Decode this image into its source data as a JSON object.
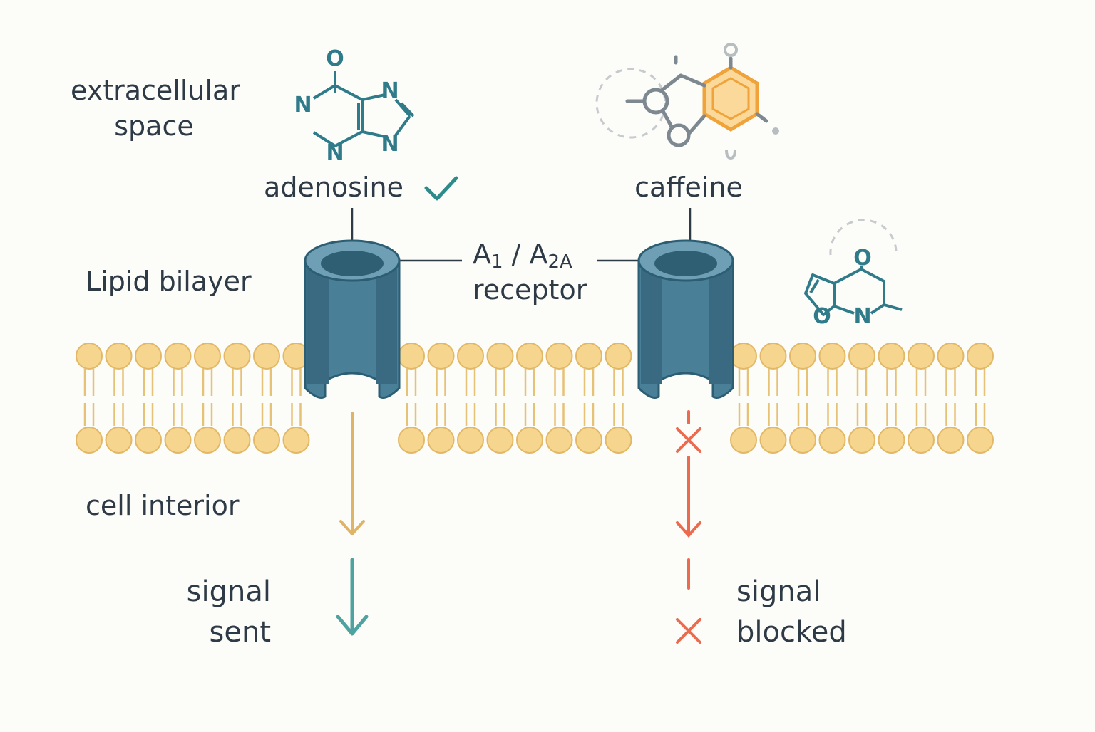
{
  "regions": {
    "extracellular_line1": "extracellular",
    "extracellular_line2": "space",
    "lipid_bilayer": "Lipid bilayer",
    "cell_interior": "cell interior"
  },
  "molecules": {
    "adenosine": {
      "label": "adenosine",
      "atom_o": "O",
      "atom_n1": "N",
      "atom_n2": "N",
      "atom_n3": "N",
      "atom_n4": "N"
    },
    "caffeine": {
      "label": "caffeine"
    },
    "extra": {
      "atom_o1": "O",
      "atom_o2": "O",
      "atom_n": "N"
    }
  },
  "receptor": {
    "label_a1_main": "A",
    "label_a1_sub": "1",
    "label_slash": " / ",
    "label_a2a_main": "A",
    "label_a2a_sub": "2A",
    "label_line2": "receptor"
  },
  "outcomes": {
    "sent_line1": "signal",
    "sent_line2": "sent",
    "blocked_line1": "signal",
    "blocked_line2": "blocked"
  },
  "colors": {
    "receptor_body": "#4a7f98",
    "receptor_dark": "#3a6a82",
    "receptor_inner": "#2f5f73",
    "receptor_rim": "#6f9fb5",
    "receptor_outline": "#2b5d73",
    "lipid_head": "#f6d58e",
    "lipid_head_stroke": "#e2b866",
    "lipid_tail": "#e6c277",
    "adenosine": "#2f7b8a",
    "caffeine_ring": "#f0a33a",
    "caffeine_fill": "#fbd99a",
    "caffeine_grey": "#7d8890",
    "check": "#2f8a8a",
    "arrow_gold": "#e0b468",
    "arrow_teal": "#4ea3a0",
    "blocked_red": "#ec6b4f",
    "text": "#2e3a45"
  },
  "icons": [
    "check-icon",
    "cross-icon"
  ]
}
